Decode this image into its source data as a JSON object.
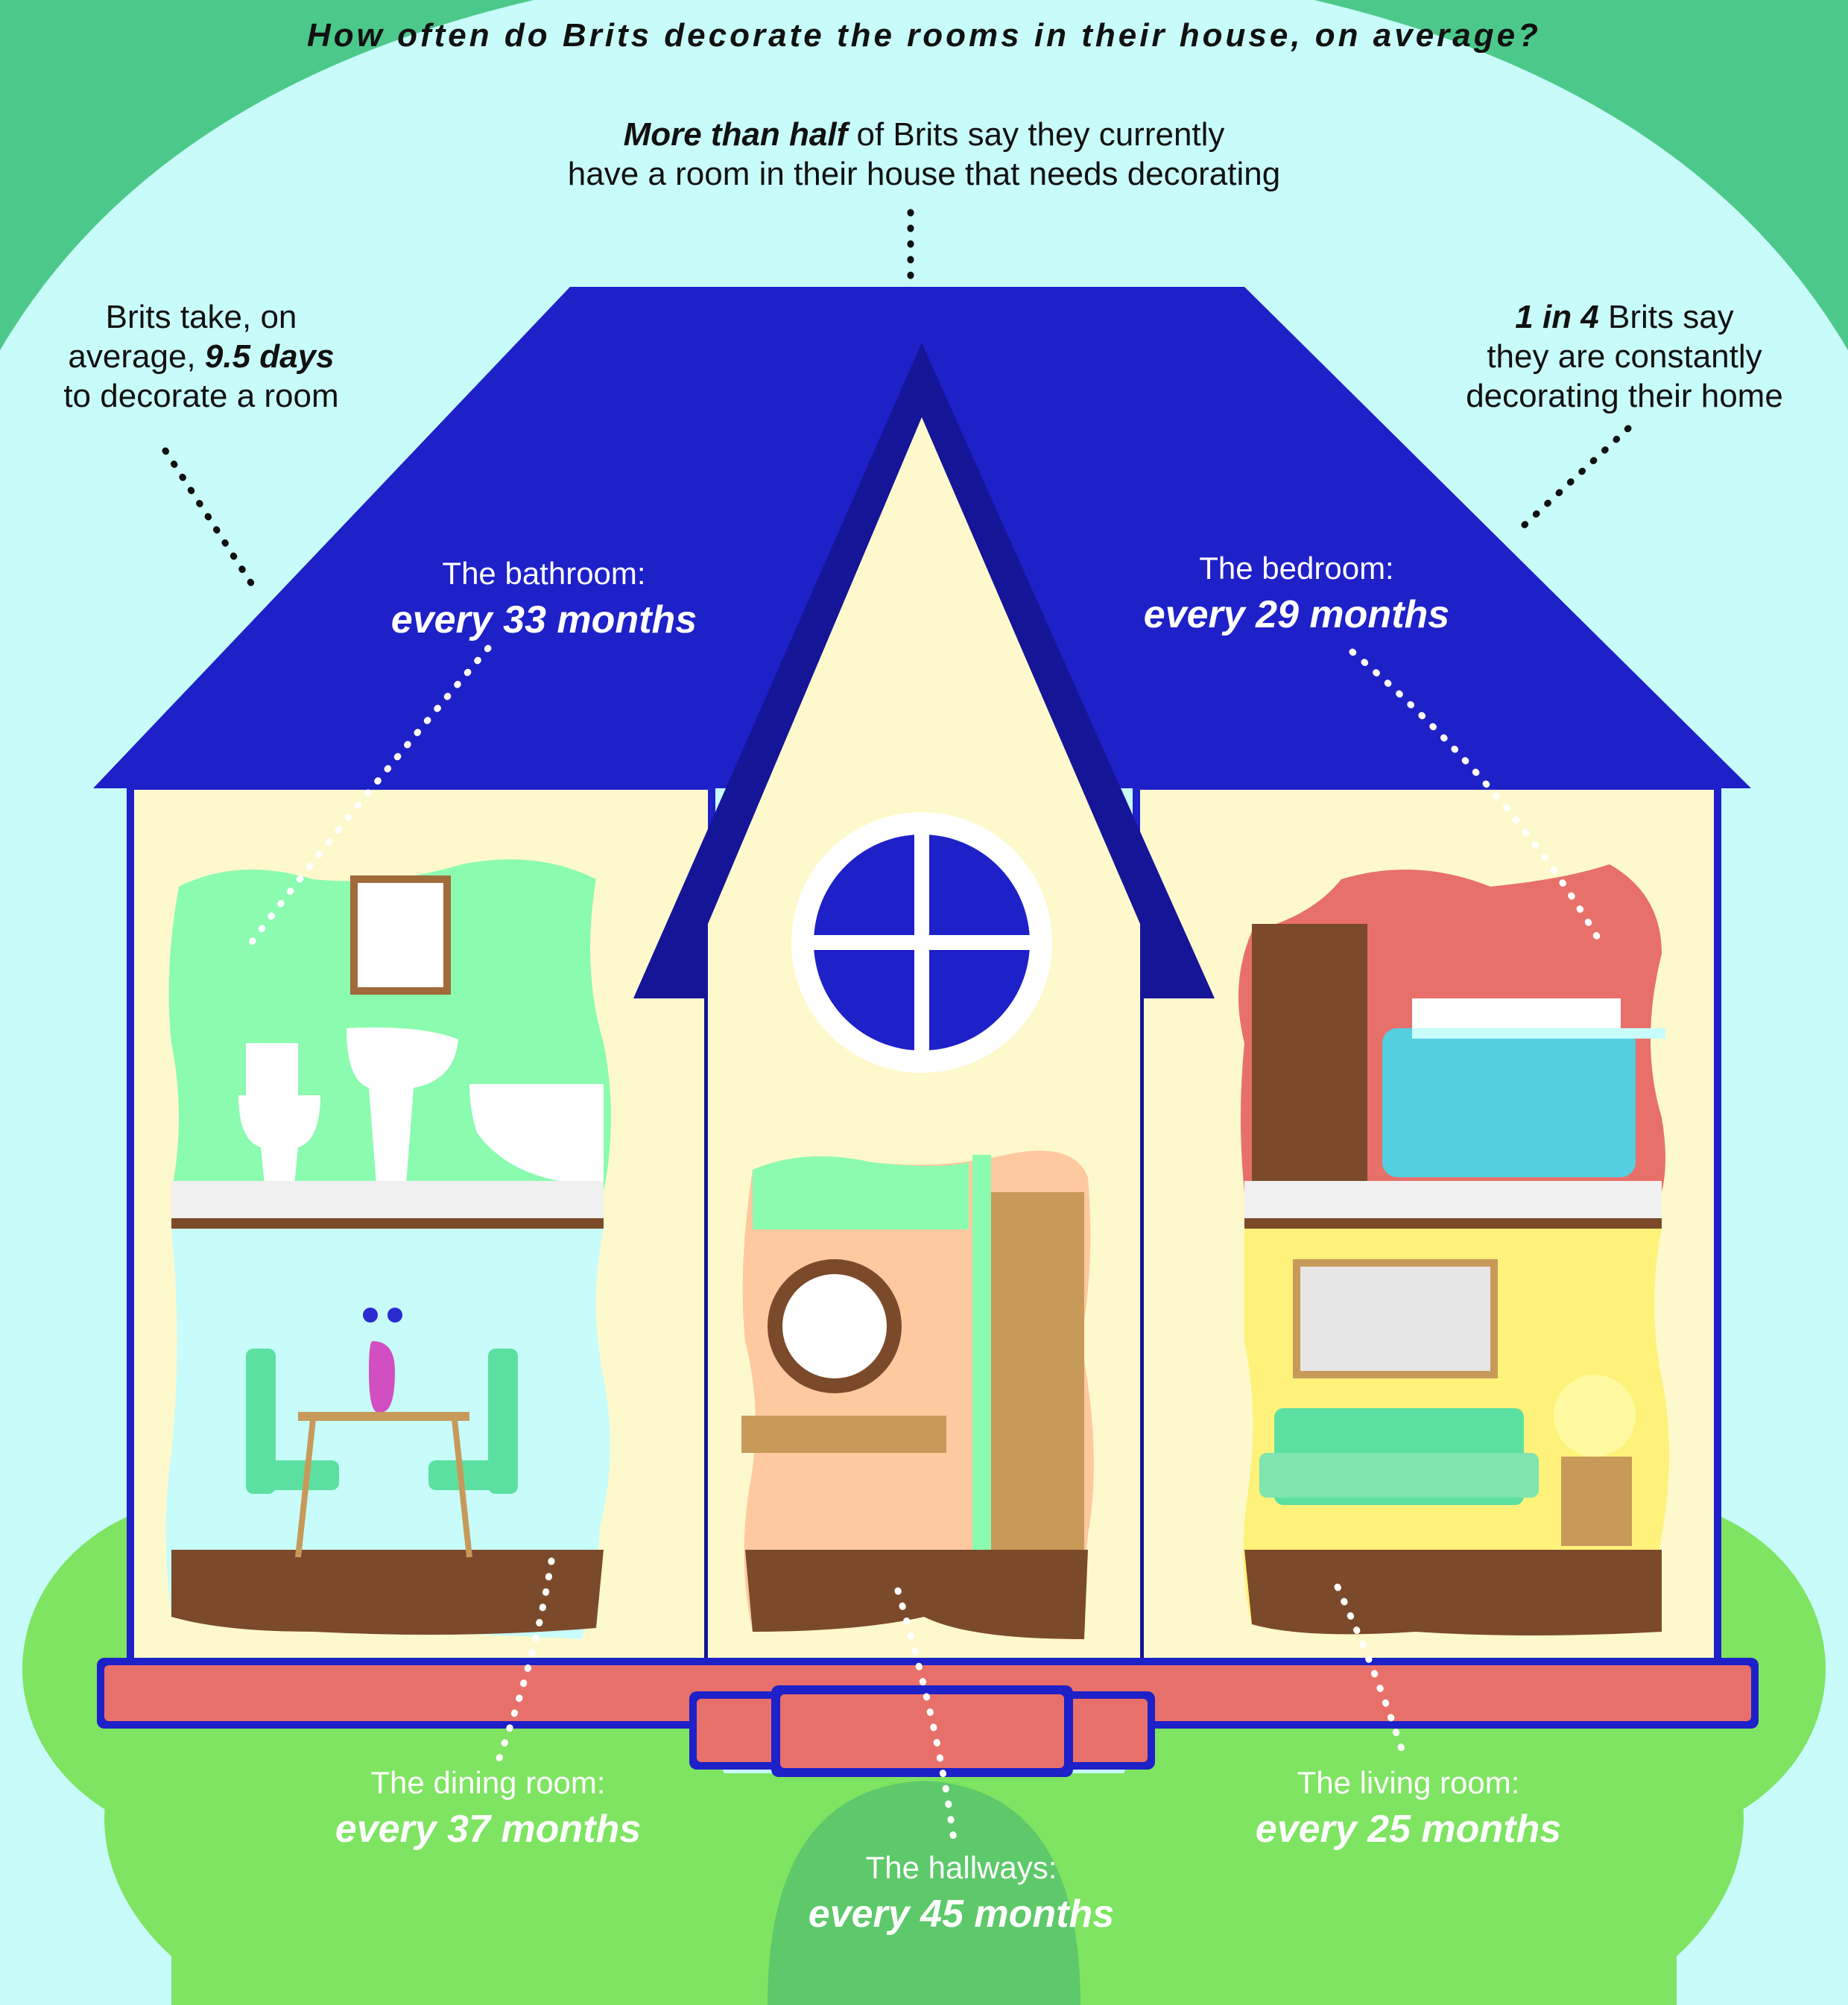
{
  "title": "How often do Brits decorate the rooms in their house, on average?",
  "facts": {
    "top": {
      "bold": "More than half",
      "rest1": " of Brits say they currently",
      "line2": "have a room in their house that needs decorating"
    },
    "left": {
      "line1": "Brits take, on",
      "pre": "average, ",
      "bold": "9.5 days",
      "line3": "to decorate a room"
    },
    "right": {
      "bold": "1 in 4",
      "rest1": " Brits say",
      "line2": "they are constantly",
      "line3": "decorating their home"
    }
  },
  "rooms": {
    "bathroom": {
      "label": "The bathroom:",
      "value": "every 33 months"
    },
    "bedroom": {
      "label": "The bedroom:",
      "value": "every 29 months"
    },
    "dining": {
      "label": "The dining room:",
      "value": "every 37 months"
    },
    "hallways": {
      "label": "The hallways:",
      "value": "every 45 months"
    },
    "living": {
      "label": "The living room:",
      "value": "every 25 months"
    }
  },
  "colors": {
    "sky": "#c8fcfa",
    "corner_green": "#4cc98a",
    "bush_green": "#7ee461",
    "roof_blue": "#1e20c8",
    "wall_cream": "#fdf9cc",
    "trim_red": "#e8706a"
  }
}
